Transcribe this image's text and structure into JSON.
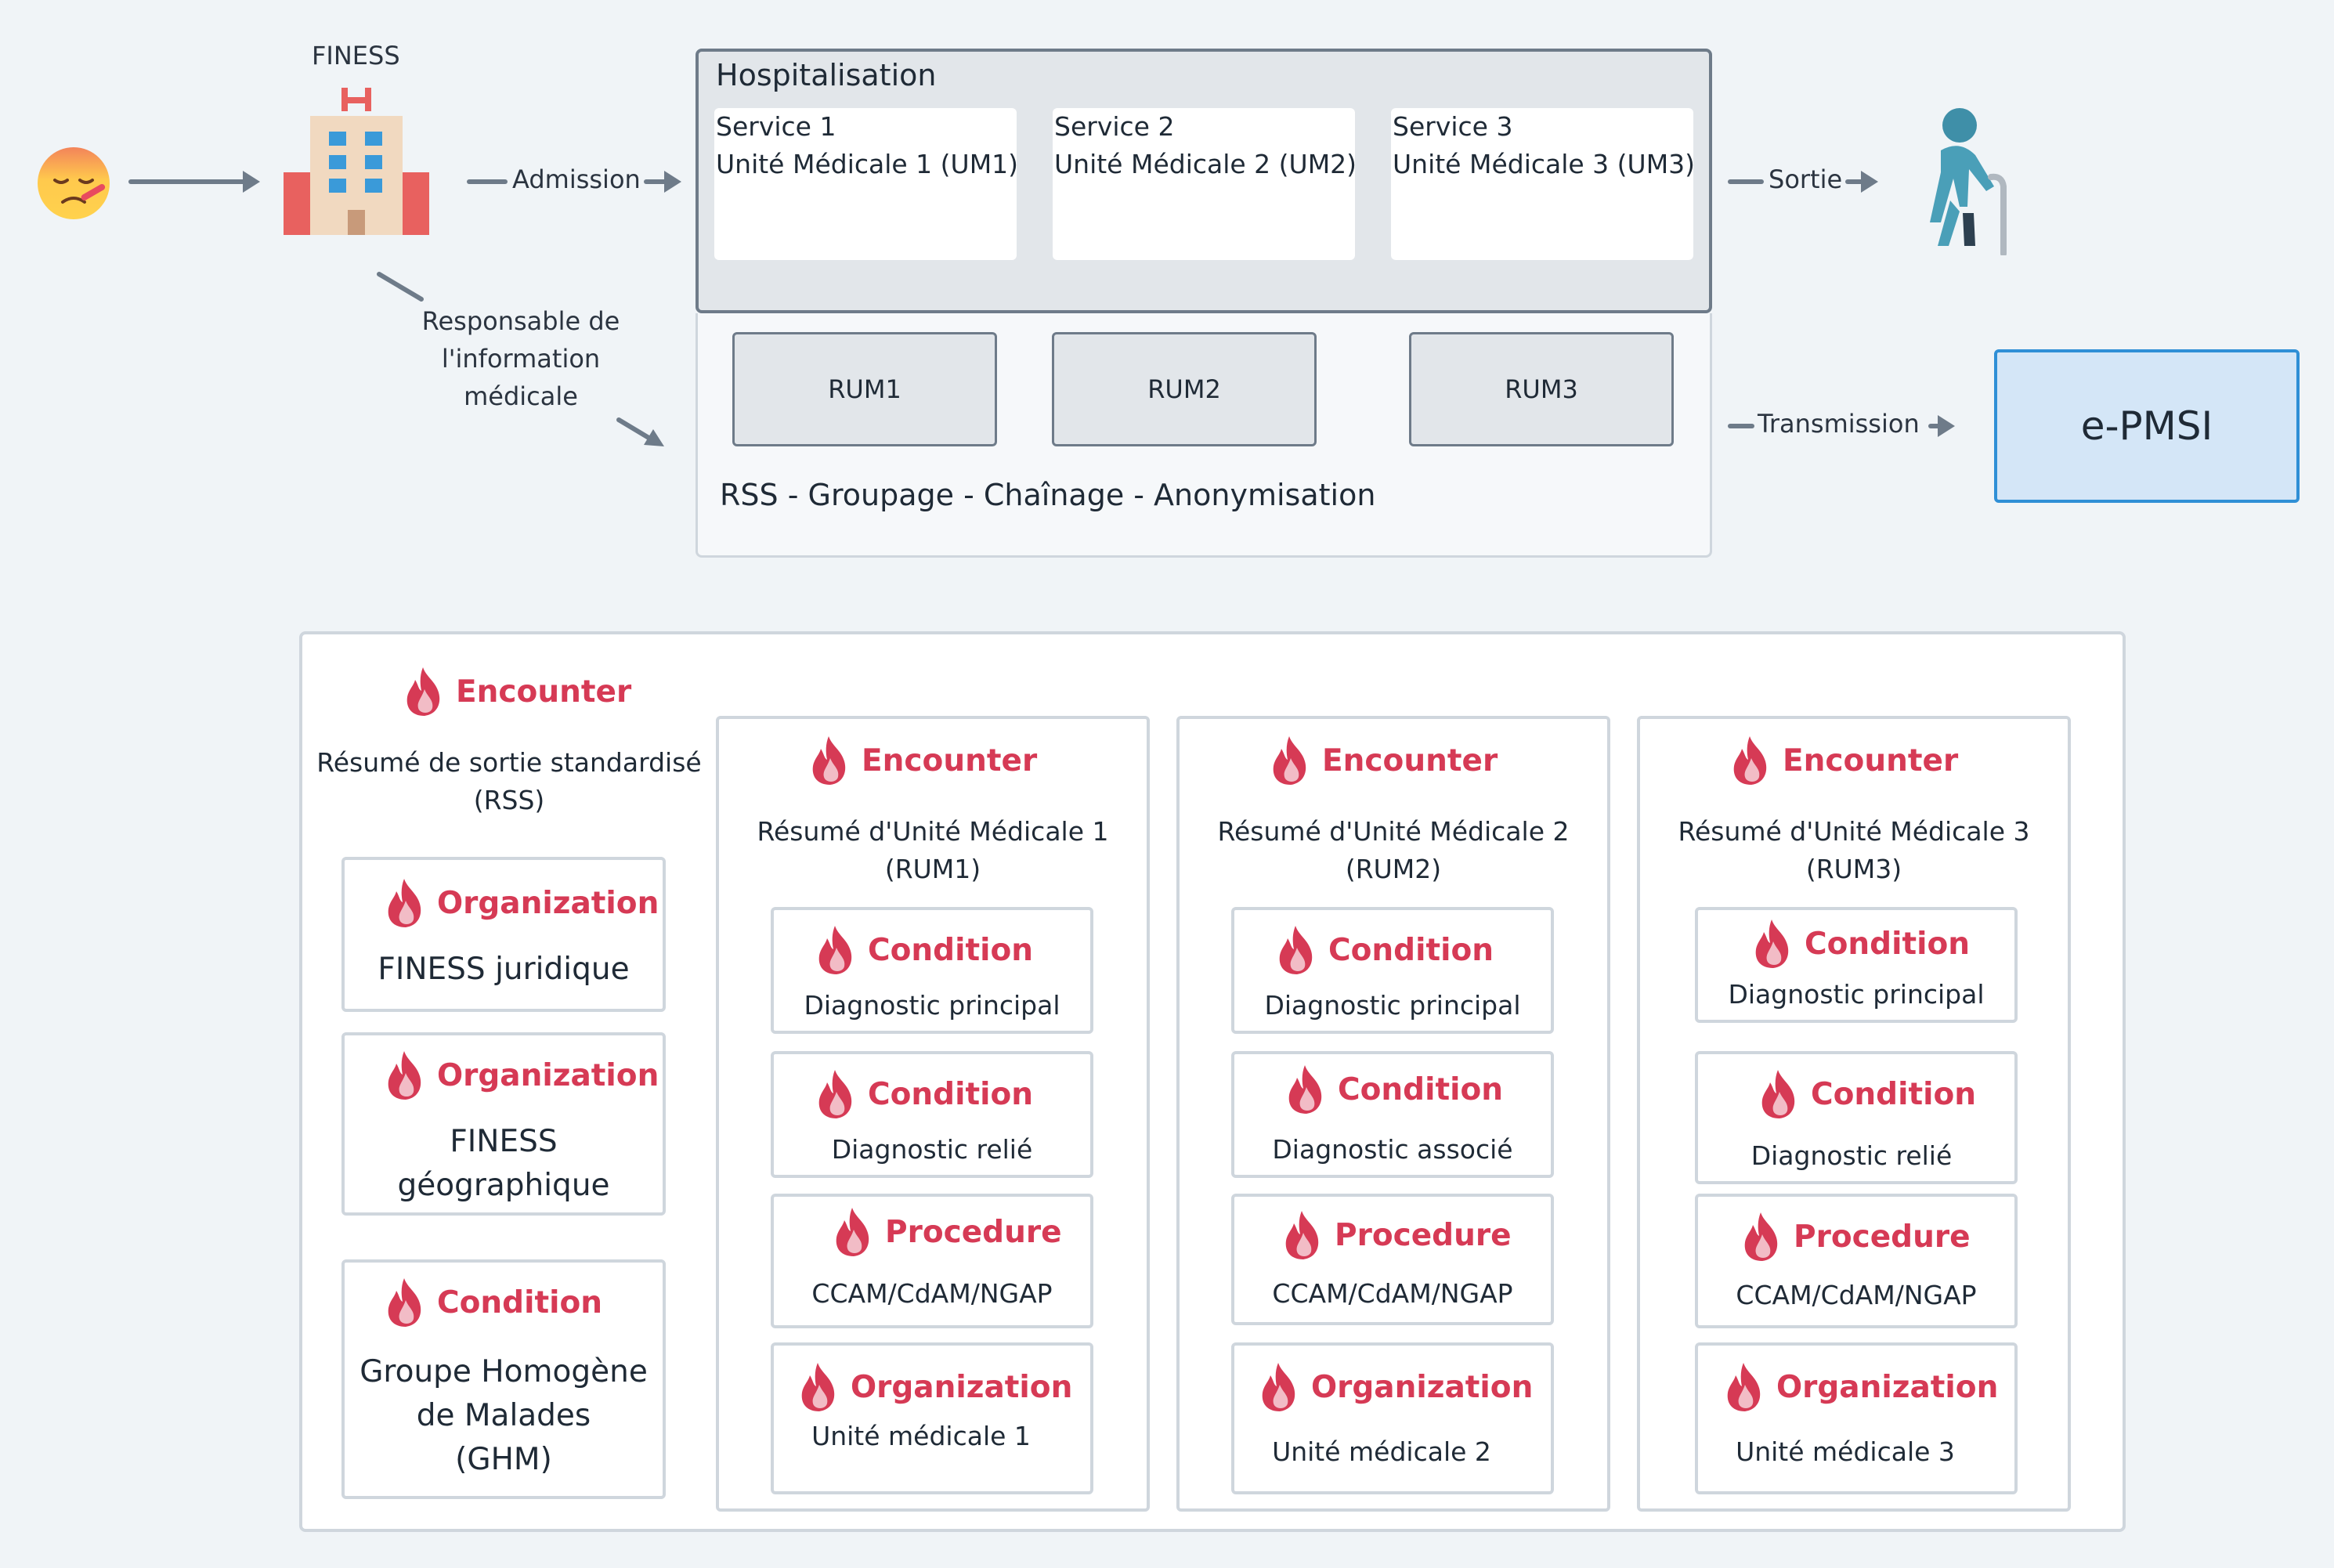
{
  "top": {
    "finess_label": "FINESS",
    "admission_label": "Admission",
    "responsable_lines": [
      "Responsable de",
      "l'information",
      "médicale"
    ],
    "hospitalisation_title": "Hospitalisation",
    "services": [
      {
        "line1": "Service 1",
        "line2": "Unité Médicale 1 (UM1)"
      },
      {
        "line1": "Service 2",
        "line2": "Unité Médicale 2 (UM2)"
      },
      {
        "line1": "Service 3",
        "line2": "Unité Médicale 3 (UM3)"
      }
    ],
    "rums": [
      "RUM1",
      "RUM2",
      "RUM3"
    ],
    "rss_text": "RSS - Groupage - Chaînage - Anonymisation",
    "sortie_label": "Sortie",
    "transmission_label": "Transmission",
    "epmsi_label": "e-PMSI"
  },
  "bottom": {
    "rss": {
      "resource": "Encounter",
      "subtitle": [
        "Résumé de sortie standardisé",
        "(RSS)"
      ],
      "cards": [
        {
          "resource": "Organization",
          "lines": [
            "FINESS juridique"
          ]
        },
        {
          "resource": "Organization",
          "lines": [
            "FINESS",
            "géographique"
          ]
        },
        {
          "resource": "Condition",
          "lines": [
            "Groupe Homogène",
            "de Malades",
            "(GHM)"
          ]
        }
      ]
    },
    "rum_columns": [
      {
        "resource": "Encounter",
        "subtitle": [
          "Résumé d'Unité Médicale 1",
          "(RUM1)"
        ],
        "cards": [
          {
            "resource": "Condition",
            "text": "Diagnostic principal"
          },
          {
            "resource": "Condition",
            "text": "Diagnostic relié"
          },
          {
            "resource": "Procedure",
            "text": "CCAM/CdAM/NGAP"
          },
          {
            "resource": "Organization",
            "text": "Unité médicale 1"
          }
        ]
      },
      {
        "resource": "Encounter",
        "subtitle": [
          "Résumé d'Unité Médicale 2",
          "(RUM2)"
        ],
        "cards": [
          {
            "resource": "Condition",
            "text": "Diagnostic principal"
          },
          {
            "resource": "Condition",
            "text": "Diagnostic associé"
          },
          {
            "resource": "Procedure",
            "text": "CCAM/CdAM/NGAP"
          },
          {
            "resource": "Organization",
            "text": "Unité médicale 2"
          }
        ]
      },
      {
        "resource": "Encounter",
        "subtitle": [
          "Résumé d'Unité Médicale 3",
          "(RUM3)"
        ],
        "cards": [
          {
            "resource": "Condition",
            "text": "Diagnostic principal"
          },
          {
            "resource": "Condition",
            "text": "Diagnostic relié"
          },
          {
            "resource": "Procedure",
            "text": "CCAM/CdAM/NGAP"
          },
          {
            "resource": "Organization",
            "text": "Unité médicale 3"
          }
        ]
      }
    ]
  },
  "icons": {
    "patient": "sick-face-icon",
    "hospital": "hospital-building-icon",
    "elderly": "elderly-person-icon",
    "resource": "fhir-flame-icon"
  },
  "colors": {
    "resource_red": "#d63a55",
    "arrow_gray": "#6e7b89",
    "epmsi_fill": "#d4e6f7",
    "epmsi_border": "#2f8fd6"
  }
}
